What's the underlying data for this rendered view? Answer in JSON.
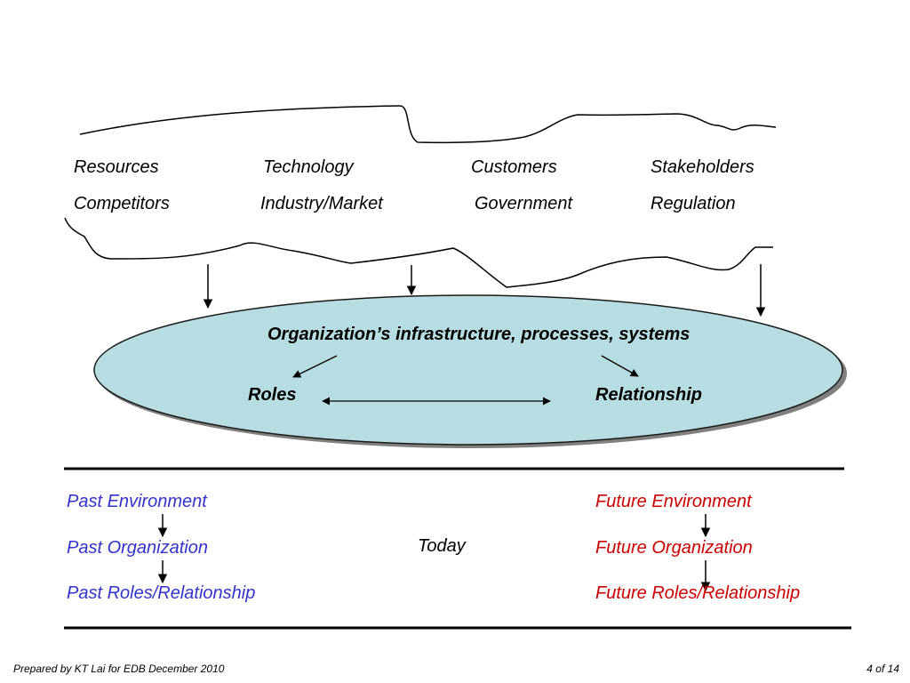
{
  "environment": {
    "row1": [
      "Resources",
      "Technology",
      "Customers",
      "Stakeholders"
    ],
    "row2": [
      "Competitors",
      "Industry/Market",
      "Government",
      "Regulation"
    ]
  },
  "organization": {
    "title": "Organization’s infrastructure, processes, systems",
    "roles": "Roles",
    "relationship": "Relationship",
    "fill_color": "#b7dde2"
  },
  "timeline": {
    "past": {
      "color": "#3333cc",
      "items": [
        "Past Environment",
        "Past Organization",
        "Past Roles/Relationship"
      ]
    },
    "today": "Today",
    "future": {
      "color": "#cc0000",
      "items": [
        "Future Environment",
        "Future Organization",
        "Future Roles/Relationship"
      ]
    }
  },
  "footer": {
    "left": "Prepared by KT Lai for EDB December 2010",
    "right": "4 of 14"
  }
}
